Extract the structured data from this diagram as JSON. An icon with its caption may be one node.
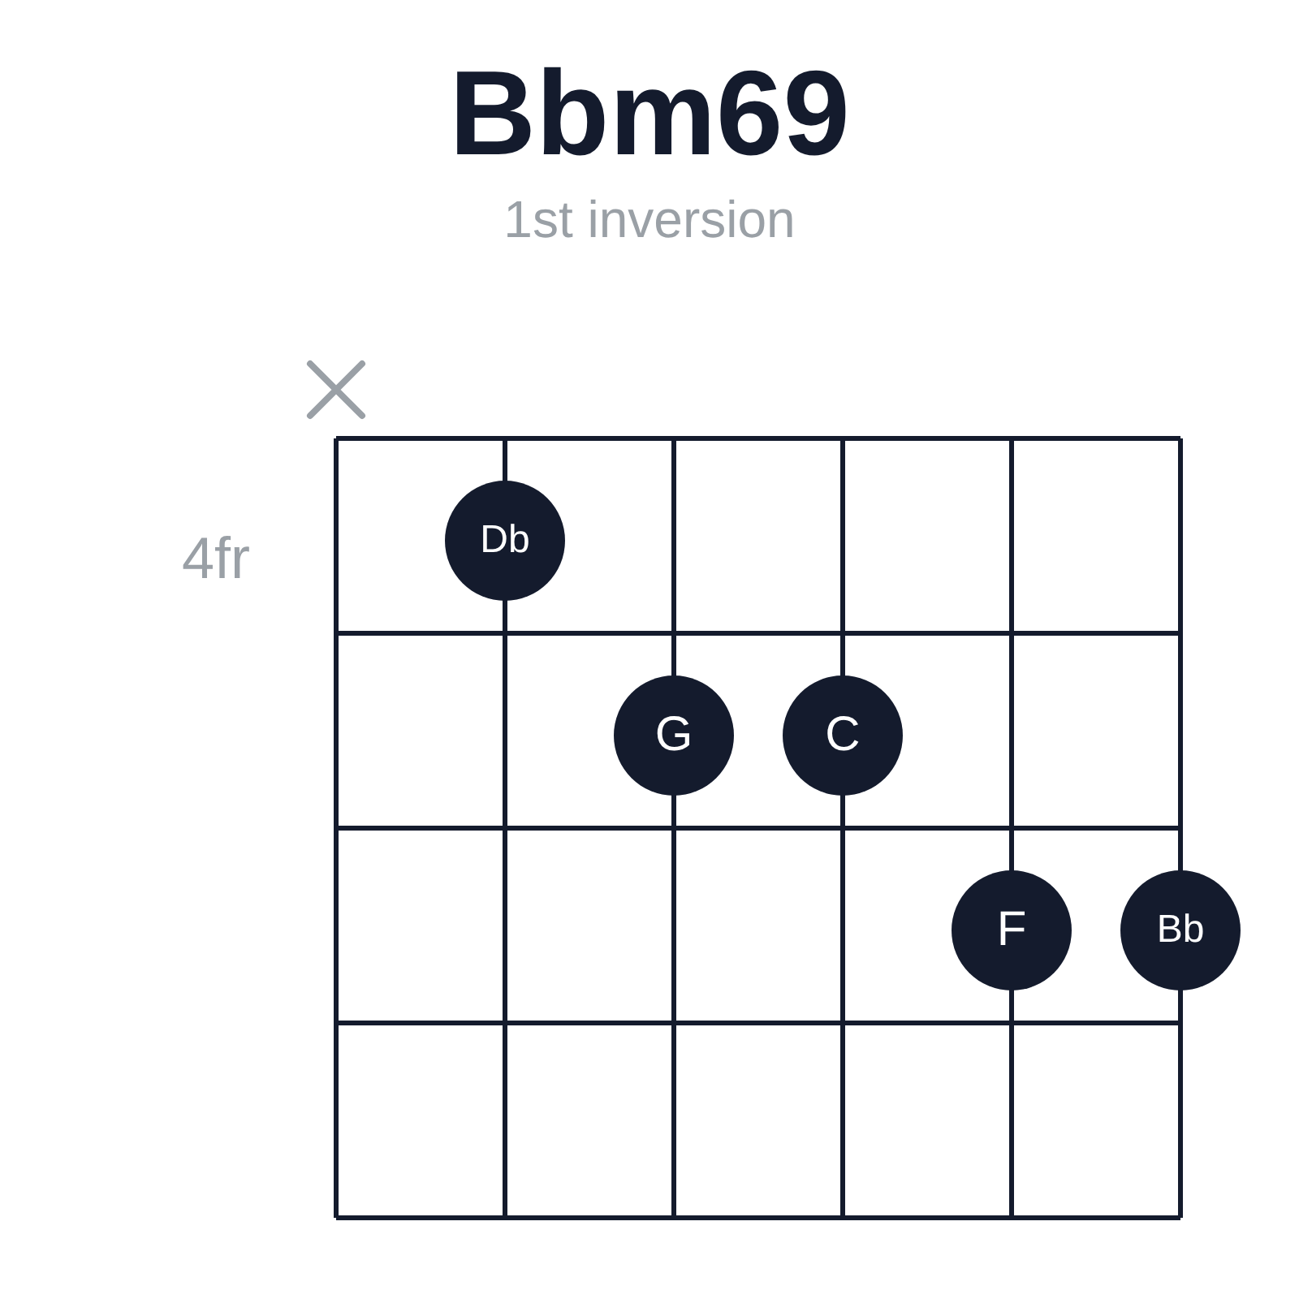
{
  "diagram": {
    "title": "Bbm69",
    "nodes": [
      {
        "text": [
          "Db"
        ]
      },
      {
        "text": [
          "G"
        ]
      },
      {
        "text": [
          "C"
        ]
      },
      {
        "text": [
          "F"
        ]
      },
      {
        "text": [
          "Bb"
        ]
      }
    ],
    "labels": [
      "1st inversion",
      "4fr"
    ]
  }
}
